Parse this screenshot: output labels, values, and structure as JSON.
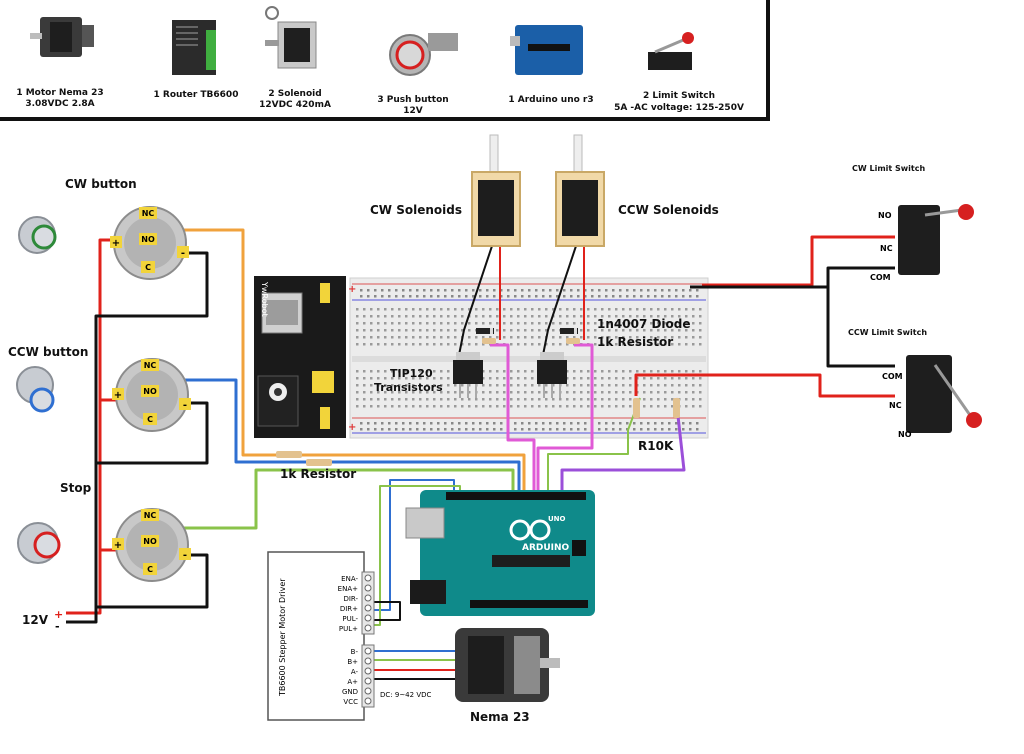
{
  "colors": {
    "red": "#e0221b",
    "black": "#111111",
    "orange": "#f0a23c",
    "blue": "#2f6fd1",
    "green": "#8ac34a",
    "magenta": "#e05ad6",
    "purple": "#9b4fd9",
    "arduino": "#0f8a8a",
    "driver_border": "#555555"
  },
  "parts_list": [
    {
      "line1": "1 Motor Nema 23",
      "line2": "3.08VDC 2.8A"
    },
    {
      "line1": "1 Router TB6600",
      "line2": ""
    },
    {
      "line1": "2 Solenoid",
      "line2": "12VDC 420mA"
    },
    {
      "line1": "3 Push button",
      "line2": "12V"
    },
    {
      "line1": "1 Arduino uno r3",
      "line2": ""
    },
    {
      "line1": "2 Limit Switch",
      "line2": "5A -AC voltage: 125-250V"
    }
  ],
  "labels": {
    "cw_button": "CW button",
    "ccw_button": "CCW button",
    "stop": "Stop",
    "v12": "12V",
    "plus": "+",
    "minus": "-",
    "cw_solenoids": "CW Solenoids",
    "ccw_solenoids": "CCW Solenoids",
    "diode": "1n4007 Diode",
    "resistor_1k_board": "1k Resistor",
    "tip120_line1": "TIP120",
    "tip120_line2": "Transistors",
    "resistor_1k": "1k Resistor",
    "r10k": "R10K",
    "cw_limit": "CW Limit Switch",
    "ccw_limit": "CCW Limit Switch",
    "nema": "Nema 23",
    "driver_title": "TB6600 Stepper Motor Driver",
    "driver_supply": "DC: 9~42 VDC",
    "arduino_name": "ARDUINO",
    "arduino_uno": "UNO",
    "power_module": "YwRobot",
    "button_nc": "NC",
    "button_no": "NO",
    "button_c": "C",
    "button_plus": "+",
    "button_minus": "-"
  },
  "limit_switch": {
    "no": "NO",
    "nc": "NC",
    "com": "COM"
  },
  "driver_pins_top": [
    "ENA-",
    "ENA+",
    "DIR-",
    "DIR+",
    "PUL-",
    "PUL+"
  ],
  "driver_pins_bottom": [
    "B-",
    "B+",
    "A-",
    "A+",
    "GND",
    "VCC"
  ]
}
